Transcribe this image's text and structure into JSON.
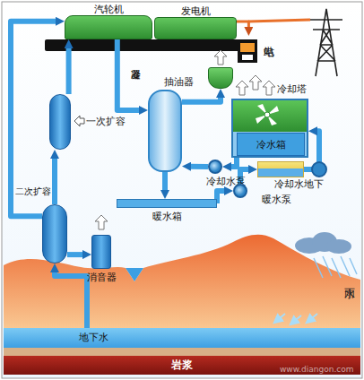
{
  "diagram": {
    "nodes": [
      {
        "text": [
          "汽轮机"
        ]
      },
      {
        "text": [
          "发电机"
        ]
      },
      {
        "text": [
          "电站"
        ]
      },
      {
        "text": [
          "冷凝器"
        ]
      },
      {
        "text": [
          "抽油器"
        ]
      },
      {
        "text": [
          "冷却塔"
        ]
      },
      {
        "text": [
          "冷水箱"
        ],
        "in": 5
      },
      {
        "text": [
          "一次扩容"
        ]
      },
      {
        "text": [
          "冷却水泵"
        ]
      },
      {
        "text": [
          "冷却水地下"
        ]
      },
      {
        "text": [
          "暖水泵"
        ]
      },
      {
        "text": [
          "暖水箱"
        ]
      },
      {
        "text": [
          "二次扩容"
        ]
      },
      {
        "text": [
          "消音器"
        ]
      },
      {
        "text": [
          "地下水"
        ]
      },
      {
        "text": [
          "岩浆"
        ]
      }
    ],
    "edges": [
      {
        "from": 7,
        "to": 0,
        "arrow": "to"
      },
      {
        "from": 12,
        "to": 0,
        "arrow": "to"
      },
      {
        "from": 12,
        "to": 7,
        "arrow": "to"
      },
      {
        "from": 14,
        "to": 12,
        "arrow": "to"
      },
      {
        "from": 12,
        "to": 13,
        "arrow": "to"
      },
      {
        "from": 0,
        "to": 3,
        "arrow": "to"
      },
      {
        "from": 3,
        "to": 4,
        "arrow": "to"
      },
      {
        "from": 3,
        "to": 11,
        "arrow": "to"
      },
      {
        "from": 11,
        "to": 10,
        "arrow": "to"
      },
      {
        "from": 10,
        "to": 9,
        "arrow": "to"
      },
      {
        "from": 9,
        "to": 5,
        "arrow": "to"
      },
      {
        "from": 6,
        "to": 8,
        "arrow": "to"
      },
      {
        "from": 8,
        "to": 3,
        "arrow": "to"
      },
      {
        "from": 1,
        "to": 2,
        "arrow": "to"
      }
    ],
    "labels": [
      "雨水",
      "www.diangon.com"
    ]
  }
}
